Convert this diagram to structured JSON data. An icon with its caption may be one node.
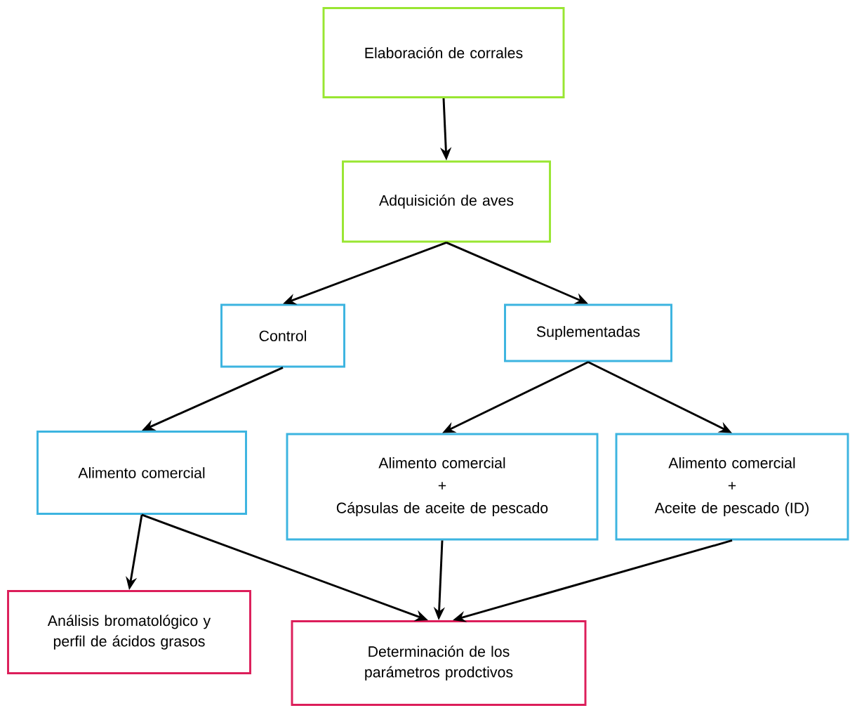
{
  "diagram": {
    "nodes": [
      {
        "text": [
          "Elaboración de corrales"
        ]
      },
      {
        "text": [
          "Adquisición de aves"
        ]
      },
      {
        "text": [
          "Control"
        ]
      },
      {
        "text": [
          "Suplementadas"
        ]
      },
      {
        "text": [
          "Alimento comercial"
        ]
      },
      {
        "text": [
          "Alimento comercial",
          "+",
          "Cápsulas de aceite de pescado"
        ]
      },
      {
        "text": [
          "Alimento comercial",
          "+",
          "Aceite de pescado (ID)"
        ]
      },
      {
        "text": [
          "Análisis bromatológico y perfil de ácidos grasos"
        ]
      },
      {
        "text": [
          "Determinación de los parámetros prodctivos"
        ]
      }
    ],
    "edges": [
      {
        "from": 0,
        "to": 1,
        "arrow": "to"
      },
      {
        "from": 1,
        "to": 2,
        "arrow": "to"
      },
      {
        "from": 1,
        "to": 3,
        "arrow": "to"
      },
      {
        "from": 2,
        "to": 4,
        "arrow": "to"
      },
      {
        "from": 3,
        "to": 5,
        "arrow": "to"
      },
      {
        "from": 3,
        "to": 6,
        "arrow": "to"
      },
      {
        "from": 4,
        "to": 7,
        "arrow": "to"
      },
      {
        "from": 4,
        "to": 8,
        "arrow": "to"
      },
      {
        "from": 5,
        "to": 8,
        "arrow": "to"
      },
      {
        "from": 6,
        "to": 8,
        "arrow": "to"
      }
    ]
  }
}
